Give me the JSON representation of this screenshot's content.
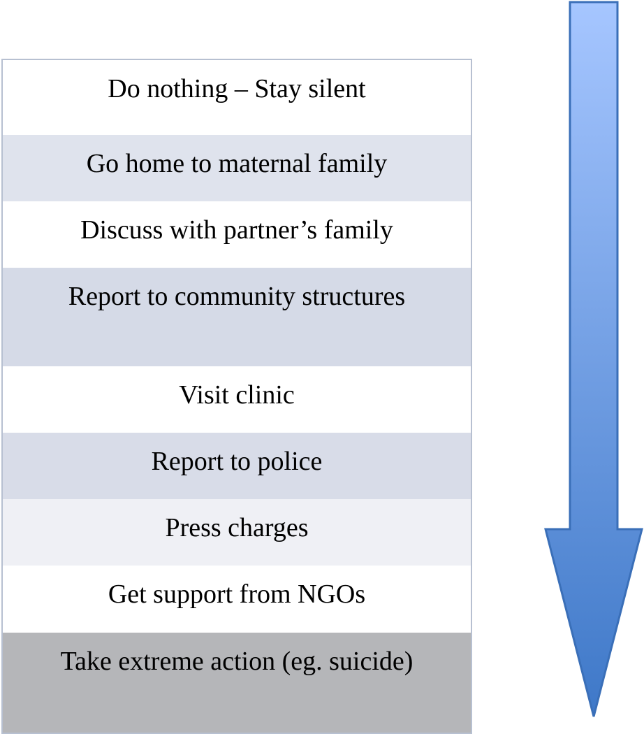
{
  "diagram": {
    "steps": [
      {
        "label": "Do nothing – Stay silent",
        "fill": "#ffffff"
      },
      {
        "label": "Go home to maternal family",
        "fill": "#dfe3ed"
      },
      {
        "label": "Discuss with partner’s family",
        "fill": "#ffffff"
      },
      {
        "label": "Report to community structures",
        "fill": "#d5dae7"
      },
      {
        "label": "Visit clinic",
        "fill": "#ffffff"
      },
      {
        "label": "Report to police",
        "fill": "#d8dce8"
      },
      {
        "label": "Press charges",
        "fill": "#eff0f5"
      },
      {
        "label": "Get support from NGOs",
        "fill": "#ffffff"
      },
      {
        "label": "Take extreme action (eg. suicide)",
        "fill": "#b5b6b9"
      }
    ],
    "border_color": "#b7c0d1",
    "arrow": {
      "direction": "down",
      "fill_top": "#a6c6ff",
      "fill_bottom": "#3e78c8",
      "stroke": "#3a6fb8"
    }
  }
}
